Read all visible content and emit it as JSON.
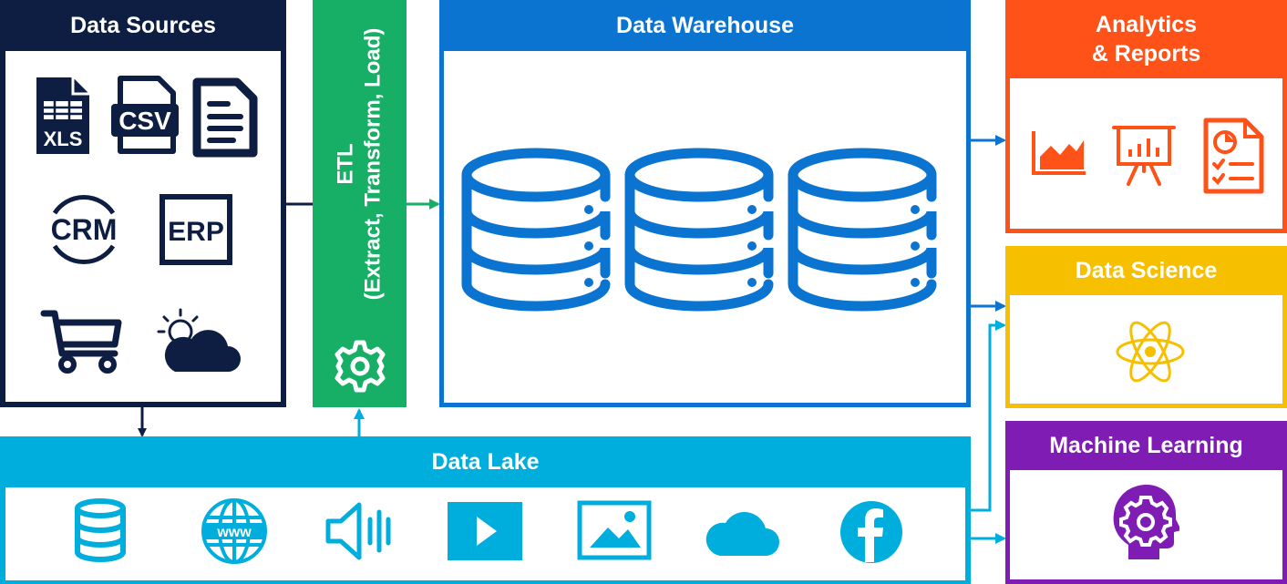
{
  "colors": {
    "navy": "#0e1e42",
    "green": "#17ae66",
    "blue": "#0b74d1",
    "cyan": "#00aede",
    "orange": "#ff5218",
    "yellow": "#f6c000",
    "purple": "#7e1cb4"
  },
  "data_sources": {
    "title": "Data Sources",
    "icons": [
      "xls-file-icon",
      "csv-file-icon",
      "document-icon",
      "crm-icon",
      "erp-icon",
      "shopping-cart-icon",
      "weather-cloud-icon"
    ],
    "xls_label": "XLS",
    "csv_label": "CSV",
    "crm_label": "CRM",
    "erp_label": "ERP"
  },
  "etl": {
    "title": "ETL",
    "subtitle": "(Extract, Transform, Load)",
    "icon": "gear-icon"
  },
  "warehouse": {
    "title": "Data Warehouse",
    "icons": [
      "database-icon",
      "database-icon",
      "database-icon"
    ]
  },
  "analytics": {
    "title_line1": "Analytics",
    "title_line2": "& Reports",
    "icons": [
      "area-chart-icon",
      "presentation-board-icon",
      "report-document-icon"
    ]
  },
  "data_science": {
    "title": "Data Science",
    "icon": "atom-icon"
  },
  "machine_learning": {
    "title": "Machine Learning",
    "icon": "head-gear-icon"
  },
  "data_lake": {
    "title": "Data Lake",
    "icons": [
      "database-icon",
      "www-globe-icon",
      "speaker-icon",
      "video-play-icon",
      "image-icon",
      "cloud-icon",
      "facebook-icon"
    ],
    "www_label": "www"
  }
}
